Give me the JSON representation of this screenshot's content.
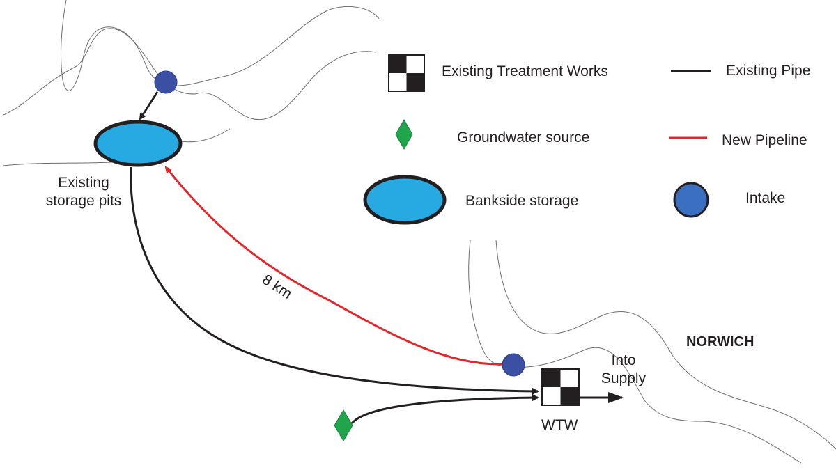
{
  "labels": {
    "existing_storage_pits_line1": "Existing",
    "existing_storage_pits_line2": "storage pits",
    "distance": "8 km",
    "city": "NORWICH",
    "into_supply_line1": "Into",
    "into_supply_line2": "Supply",
    "wtw": "WTW"
  },
  "legend": {
    "treatment_works": "Existing Treatment Works",
    "groundwater": "Groundwater source",
    "bankside": "Bankside storage",
    "existing_pipe": "Existing Pipe",
    "new_pipeline": "New Pipeline",
    "intake": "Intake"
  },
  "colors": {
    "existing_pipe": "#231f20",
    "new_pipeline": "#e3262b",
    "storage_fill": "#27aae1",
    "intake_fill": "#3b4fa3",
    "groundwater_fill": "#1fa64a",
    "river_bank": "#6d6e70"
  }
}
